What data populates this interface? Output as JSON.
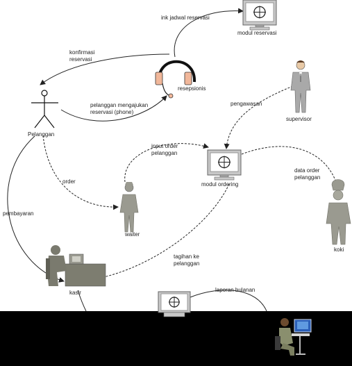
{
  "nodes": {
    "modul_reservasi": "modul reservasi",
    "resepsionis": "resepsionis",
    "pelanggan": "Pelanggan",
    "supervisor": "supervisor",
    "modul_ordering": "modul ordering",
    "waiter": "waiter",
    "koki": "koki",
    "kasir": "kasir"
  },
  "edges": {
    "input_reservasi": "ink jadwal reservasi",
    "konfirmasi_line1": "konfirmasi",
    "konfirmasi_line2": "reservasi",
    "mengajukan_line1": "pelanggan mengajukan",
    "mengajukan_line2": "reservasi (phone)",
    "pengawasan": "pengawasan",
    "input_order_line1": "input order",
    "input_order_line2": "pelanggan",
    "data_order_line1": "data order",
    "data_order_line2": "pelanggan",
    "order": "order",
    "pembayaran": "pembayaran",
    "tagihan_line1": "tagihan ke",
    "tagihan_line2": "pelanggan",
    "laporan": "laporan bulanan"
  },
  "colors": {
    "line": "#222222",
    "monitor_frame": "#c0c0c0",
    "screen": "#ffffff",
    "footer_band": "#000000",
    "figure_gray": "#9a9a90",
    "suit": "#a9a9a9"
  }
}
